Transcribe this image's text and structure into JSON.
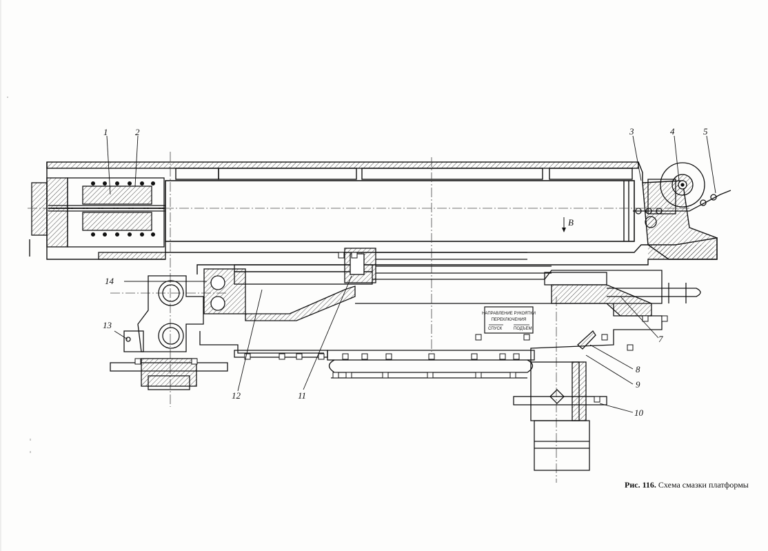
{
  "figure": {
    "caption_prefix": "Рис. 116.",
    "caption_text": "Схема смазки платформы"
  },
  "callouts": [
    "1",
    "2",
    "3",
    "4",
    "5",
    "7",
    "8",
    "9",
    "10",
    "11",
    "12",
    "13",
    "14"
  ],
  "view_marker": "B",
  "nameplate": {
    "line1": "НАПРАВЛЕНИЕ РУКОЯТКИ",
    "line2": "ПЕРЕКЛЮЧЕНИЯ",
    "left": "СПУСК",
    "right": "ПОДЪЕМ"
  }
}
